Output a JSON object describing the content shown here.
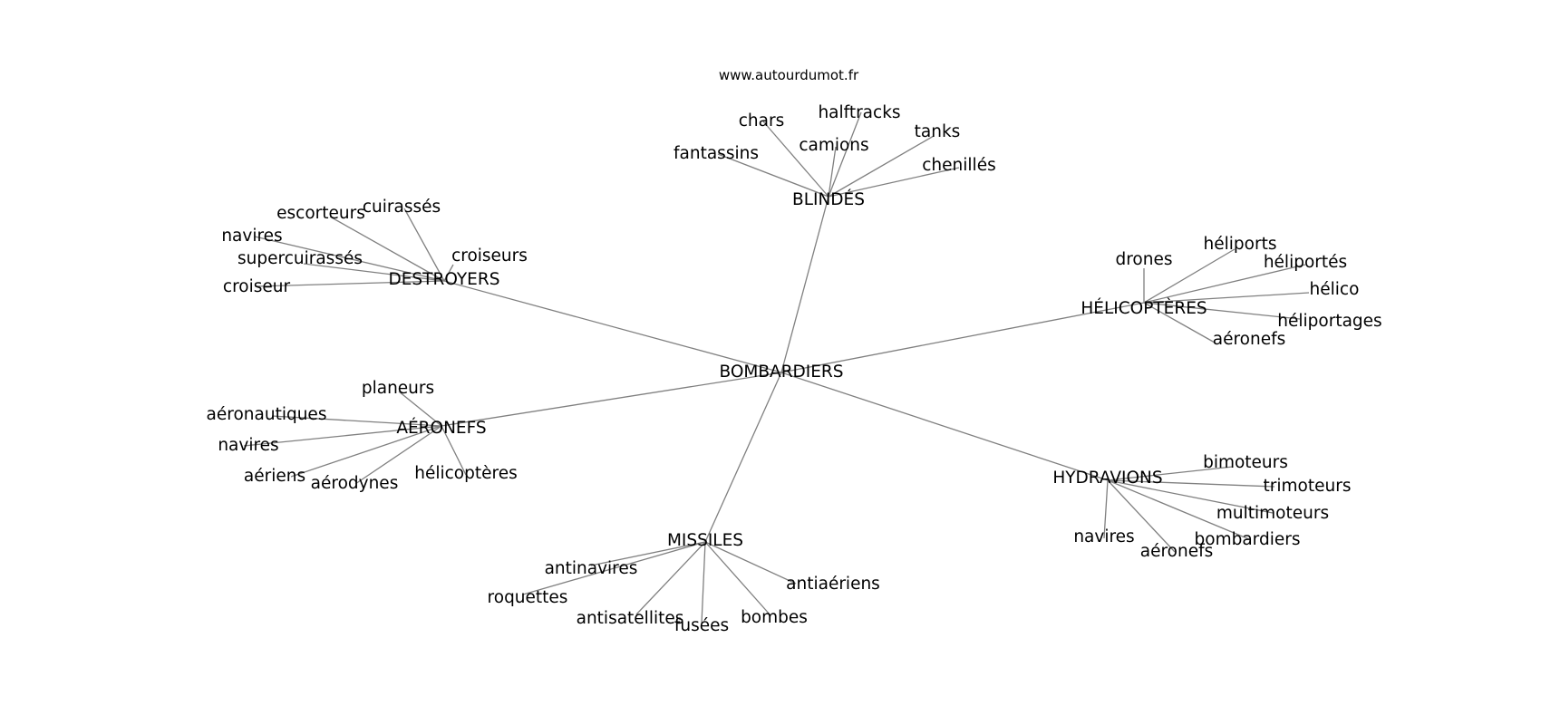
{
  "site": "www.autourdumot.fr",
  "colors": {
    "edge": "#808080",
    "text": "#000000",
    "background": "#ffffff"
  },
  "graph": {
    "center": "BOMBARDIERS",
    "hubs": [
      {
        "label": "BLINDÉS",
        "leaves": [
          "chars",
          "halftracks",
          "tanks",
          "fantassins",
          "camions",
          "chenillés"
        ]
      },
      {
        "label": "DESTROYERS",
        "leaves": [
          "escorteurs",
          "cuirassés",
          "navires",
          "supercuirassés",
          "croiseurs",
          "croiseur"
        ]
      },
      {
        "label": "HÉLICOPTÈRES",
        "leaves": [
          "drones",
          "héliports",
          "héliportés",
          "hélico",
          "héliportages",
          "aéronefs"
        ]
      },
      {
        "label": "AÉRONEFS",
        "leaves": [
          "planeurs",
          "aéronautiques",
          "navires",
          "aériens",
          "aérodynes",
          "hélicoptères"
        ]
      },
      {
        "label": "HYDRAVIONS",
        "leaves": [
          "bimoteurs",
          "trimoteurs",
          "multimoteurs",
          "navires",
          "bombardiers",
          "aéronefs"
        ]
      },
      {
        "label": "MISSILES",
        "leaves": [
          "antinavires",
          "roquettes",
          "antisatellites",
          "fusées",
          "bombes",
          "antiaériens"
        ]
      }
    ]
  }
}
